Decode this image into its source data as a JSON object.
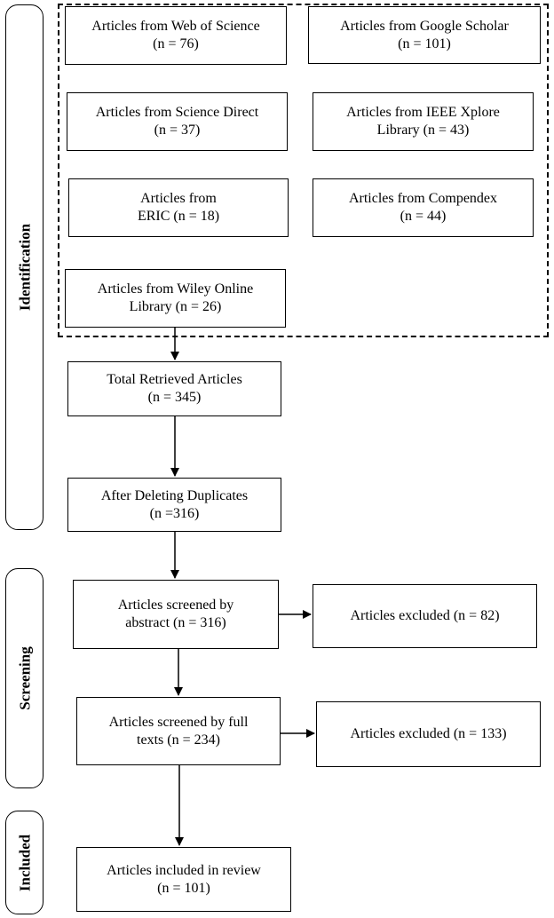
{
  "phases": {
    "identification": "Identification",
    "screening": "Screening",
    "included": "Included"
  },
  "sources": {
    "web_of_science": {
      "line1": "Articles from Web of Science",
      "line2": "(n = 76)"
    },
    "google_scholar": {
      "line1": "Articles from Google Scholar",
      "line2": "(n = 101)"
    },
    "science_direct": {
      "line1": "Articles from Science Direct",
      "line2": "(n = 37)"
    },
    "ieee_xplore": {
      "line1": "Articles from IEEE Xplore",
      "line2": "Library (n = 43)"
    },
    "eric": {
      "line1": "Articles from",
      "line2": "ERIC (n = 18)"
    },
    "compendex": {
      "line1": "Articles from Compendex",
      "line2": "(n = 44)"
    },
    "wiley": {
      "line1": "Articles from Wiley Online",
      "line2": "Library (n = 26)"
    }
  },
  "flow": {
    "total_retrieved": {
      "line1": "Total Retrieved Articles",
      "line2": "(n = 345)"
    },
    "after_duplicates": {
      "line1": "After Deleting Duplicates",
      "line2": "(n =316)"
    },
    "screened_abstract": {
      "line1": "Articles screened by",
      "line2": "abstract (n = 316)"
    },
    "excluded_abstract": {
      "line1": "Articles excluded (n = 82)"
    },
    "screened_fulltext": {
      "line1": "Articles screened by full",
      "line2": "texts (n = 234)"
    },
    "excluded_fulltext": {
      "line1": "Articles excluded (n = 133)"
    },
    "included_review": {
      "line1": "Articles included in review",
      "line2": "(n = 101)"
    }
  }
}
